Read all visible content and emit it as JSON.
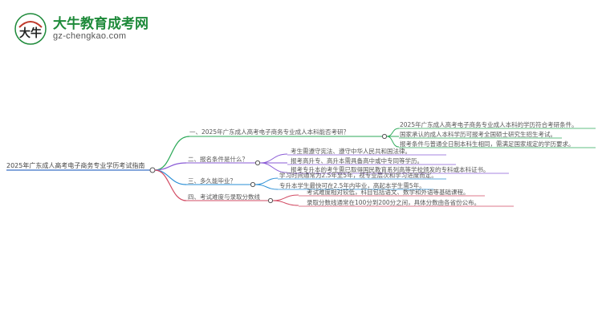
{
  "logo": {
    "title": "大牛教育成考网",
    "url": "gz-chengkao.com",
    "mark_text": "大牛"
  },
  "mindmap": {
    "root": "2025年广东成人高考电子商务专业学历考试指南",
    "branches": [
      {
        "label": "一、2025年广东成人高考电子商务专业成人本科能否考研？",
        "color": "#2eaa5a",
        "children": [
          "2025年广东成人高考电子商务专业成人本科的学历符合考研条件。",
          "国家承认的成人本科学历可报考全国硕士研究生招生考试。",
          "报考条件与普通全日制本科生相同，需满足国家规定的学历要求。"
        ]
      },
      {
        "label": "二、报名条件是什么？",
        "color": "#8a5bd6",
        "children": [
          "考生需遵守宪法、遵守中华人民共和国法律。",
          "报考高升专、高升本需具备高中或中专同等学历。",
          "报考专升本的考生需已取得国民教育系列高等学校颁发的专科或本科证书。"
        ]
      },
      {
        "label": "三、多久能毕业？",
        "color": "#2a8fd6",
        "children": [
          "学习时间通常为2.5年至5年，视专业层次和学习进度而定。",
          "专升本学生最快可在2.5年内毕业，高起本学生需5年。"
        ]
      },
      {
        "label": "四、考试难度与录取分数线",
        "color": "#d24c64",
        "children": [
          "考试难度相对较低，科目包括语文、数学和外语等基础课程。",
          "录取分数线通常在100分到200分之间，具体分数由各省份公布。"
        ]
      }
    ]
  }
}
